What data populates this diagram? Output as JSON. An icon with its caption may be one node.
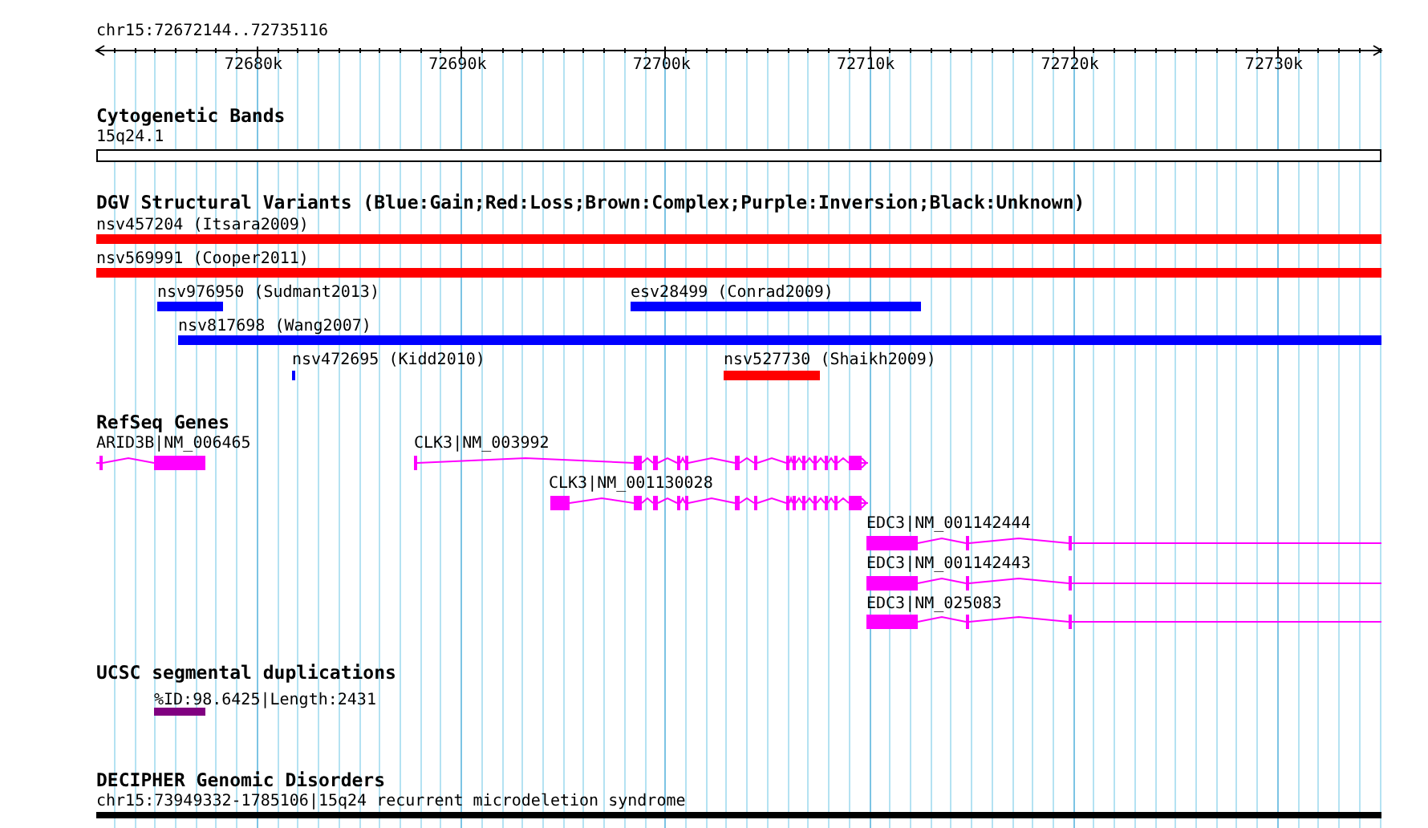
{
  "diagram": {
    "title": "chr15:72672144..72735116",
    "nodes": [
      {
        "text": [],
        "shape": "band",
        "beside": [
          "15q24.1"
        ]
      },
      {
        "text": [],
        "shape": "bar",
        "beside": [
          "nsv457204 (Itsara2009)"
        ]
      },
      {
        "text": [],
        "shape": "bar",
        "beside": [
          "nsv569991 (Cooper2011)"
        ]
      },
      {
        "text": [],
        "shape": "bar",
        "beside": [
          "nsv976950 (Sudmant2013)"
        ]
      },
      {
        "text": [],
        "shape": "bar",
        "beside": [
          "esv28499 (Conrad2009)"
        ]
      },
      {
        "text": [],
        "shape": "bar",
        "beside": [
          "nsv817698 (Wang2007)"
        ]
      },
      {
        "text": [],
        "shape": "bar",
        "beside": [
          "nsv472695 (Kidd2010)"
        ]
      },
      {
        "text": [],
        "shape": "bar",
        "beside": [
          "nsv527730 (Shaikh2009)"
        ]
      },
      {
        "text": [],
        "shape": "bar",
        "beside": [
          "ARID3B|NM_006465"
        ]
      },
      {
        "text": [],
        "shape": "bar",
        "beside": [
          "CLK3|NM_003992"
        ]
      },
      {
        "text": [],
        "shape": "bar",
        "beside": [
          "CLK3|NM_001130028"
        ]
      },
      {
        "text": [],
        "shape": "bar",
        "beside": [
          "EDC3|NM_001142444"
        ]
      },
      {
        "text": [],
        "shape": "bar",
        "beside": [
          "EDC3|NM_001142443"
        ]
      },
      {
        "text": [],
        "shape": "bar",
        "beside": [
          "EDC3|NM_025083"
        ]
      },
      {
        "text": [],
        "shape": "bar",
        "beside": [
          "%ID:98.6425|Length:2431"
        ]
      },
      {
        "text": [],
        "shape": "bar",
        "beside": [
          "chr15:73949332-1785106|15q24 recurrent microdeletion syndrome"
        ]
      }
    ],
    "labels": [
      "72680k",
      "72690k",
      "72700k",
      "72710k",
      "72720k",
      "72730k",
      "Cytogenetic Bands",
      "DGV Structural Variants (Blue:Gain;Red:Loss;Brown:Complex;Purple:Inversion;Black:Unknown)",
      "RefSeq Genes",
      "UCSC segmental duplications",
      "DECIPHER Genomic Disorders"
    ]
  }
}
